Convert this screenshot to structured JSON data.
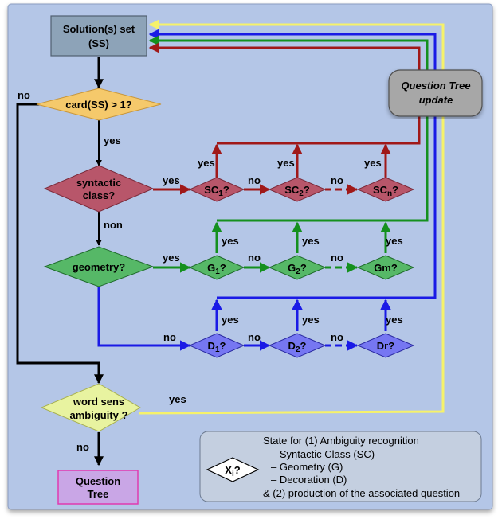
{
  "nodes": {
    "solutions_set": [
      "Solution(s) set",
      "(SS)"
    ],
    "card_ss": "card(SS) > 1?",
    "syntactic_class": [
      "syntactic",
      "class?"
    ],
    "geometry": "geometry?",
    "word_sense": [
      "word sens",
      "ambiguity ?"
    ],
    "question_tree": [
      "Question",
      "Tree"
    ],
    "qt_update": [
      "Question Tree",
      "update"
    ],
    "sc1": {
      "base": "SC",
      "sub": "1",
      "suffix": "?"
    },
    "sc2": {
      "base": "SC",
      "sub": "2",
      "suffix": "?"
    },
    "scn": {
      "base": "SC",
      "sub": "n",
      "suffix": "?"
    },
    "g1": {
      "base": "G",
      "sub": "1",
      "suffix": "?"
    },
    "g2": {
      "base": "G",
      "sub": "2",
      "suffix": "?"
    },
    "gm": {
      "base": "Gm",
      "sub": "",
      "suffix": "?"
    },
    "d1": {
      "base": "D",
      "sub": "1",
      "suffix": "?"
    },
    "d2": {
      "base": "D",
      "sub": "2",
      "suffix": "?"
    },
    "dr": {
      "base": "Dr",
      "sub": "",
      "suffix": "?"
    }
  },
  "edge_labels": {
    "no": "no",
    "yes": "yes",
    "non": "non"
  },
  "legend": {
    "symbol": {
      "base": "X",
      "sub": "i",
      "suffix": "?"
    },
    "title": "State for (1) Ambiguity recognition",
    "items": [
      "– Syntactic Class (SC)",
      "– Geometry (G)",
      "– Decoration (D)"
    ],
    "footer": "& (2) production of the associated question"
  },
  "colors": {
    "background": "#b4c6e7",
    "red": "#a01818",
    "green": "#14901e",
    "blue": "#1a1ae6",
    "yellow": "#f6f26a",
    "black": "#000000",
    "ss_fill": "#8da3b8",
    "card_fill": "#f5c96b",
    "sc_fill": "#b8566a",
    "geo_fill": "#56b867",
    "dec_fill": "#7677f2",
    "ws_fill": "#e8f3a0",
    "qt_fill": "#c9a6e6",
    "qt_border": "#e03ab0",
    "update_fill": "#a7a7a7",
    "legend_fill": "#c4cfe0"
  }
}
